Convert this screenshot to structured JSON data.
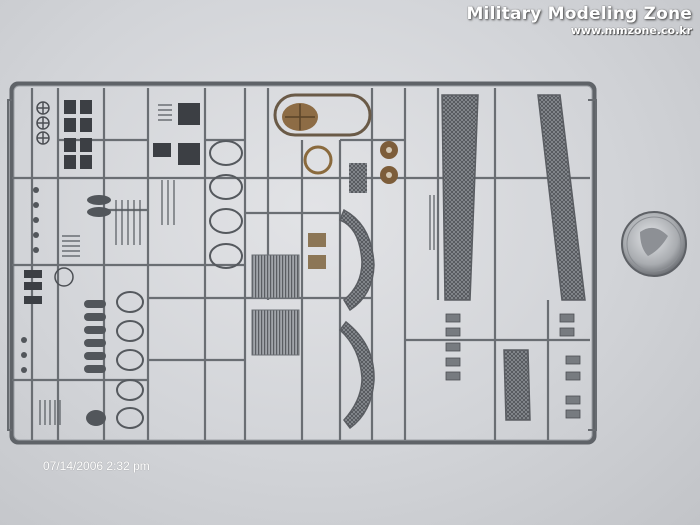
{
  "watermark": {
    "title": "Military Modeling Zone",
    "url": "www.mmzone.co.kr"
  },
  "timestamp": "07/14/2006 2:32 pm",
  "photo": {
    "subject": "photo-etched-fret",
    "colors": {
      "background": "#d6d8dc",
      "metal": "#6f7378",
      "metal_dark": "#3f4247",
      "metal_light": "#a4a8ad",
      "coin": "#b9bcc0"
    }
  }
}
